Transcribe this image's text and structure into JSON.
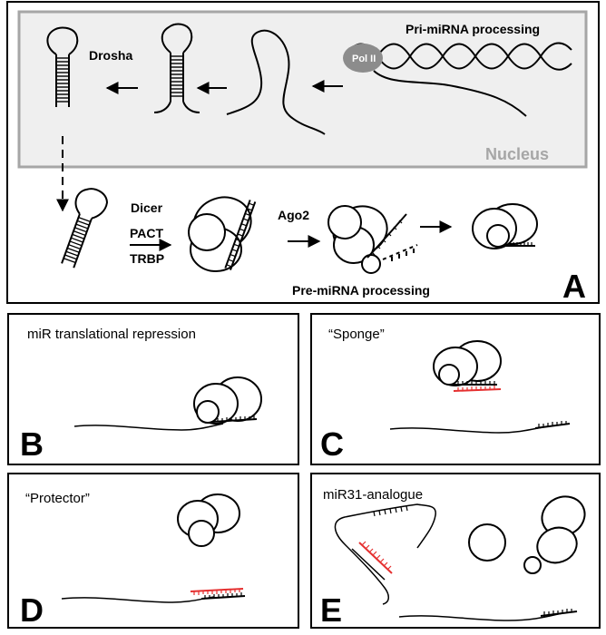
{
  "panel_a": {
    "letter": "A",
    "pri_mirna_processing": "Pri-miRNA processing",
    "pol_ii": "Pol II",
    "drosha": "Drosha",
    "nucleus": "Nucleus",
    "dicer": "Dicer",
    "pact": "PACT",
    "trbp": "TRBP",
    "ago2": "Ago2",
    "pre_mirna_processing": "Pre-miRNA processing"
  },
  "panel_b": {
    "letter": "B",
    "title": "miR translational repression"
  },
  "panel_c": {
    "letter": "C",
    "title": "“Sponge”"
  },
  "panel_d": {
    "letter": "D",
    "title": "“Protector”"
  },
  "panel_e": {
    "letter": "E",
    "title": "miR31-analogue"
  },
  "colors": {
    "nucleus_fill": "#efefef",
    "nucleus_border": "#a6a6a6",
    "pol_ii": "#8c8c8c",
    "sponge_red": "#e53030"
  }
}
